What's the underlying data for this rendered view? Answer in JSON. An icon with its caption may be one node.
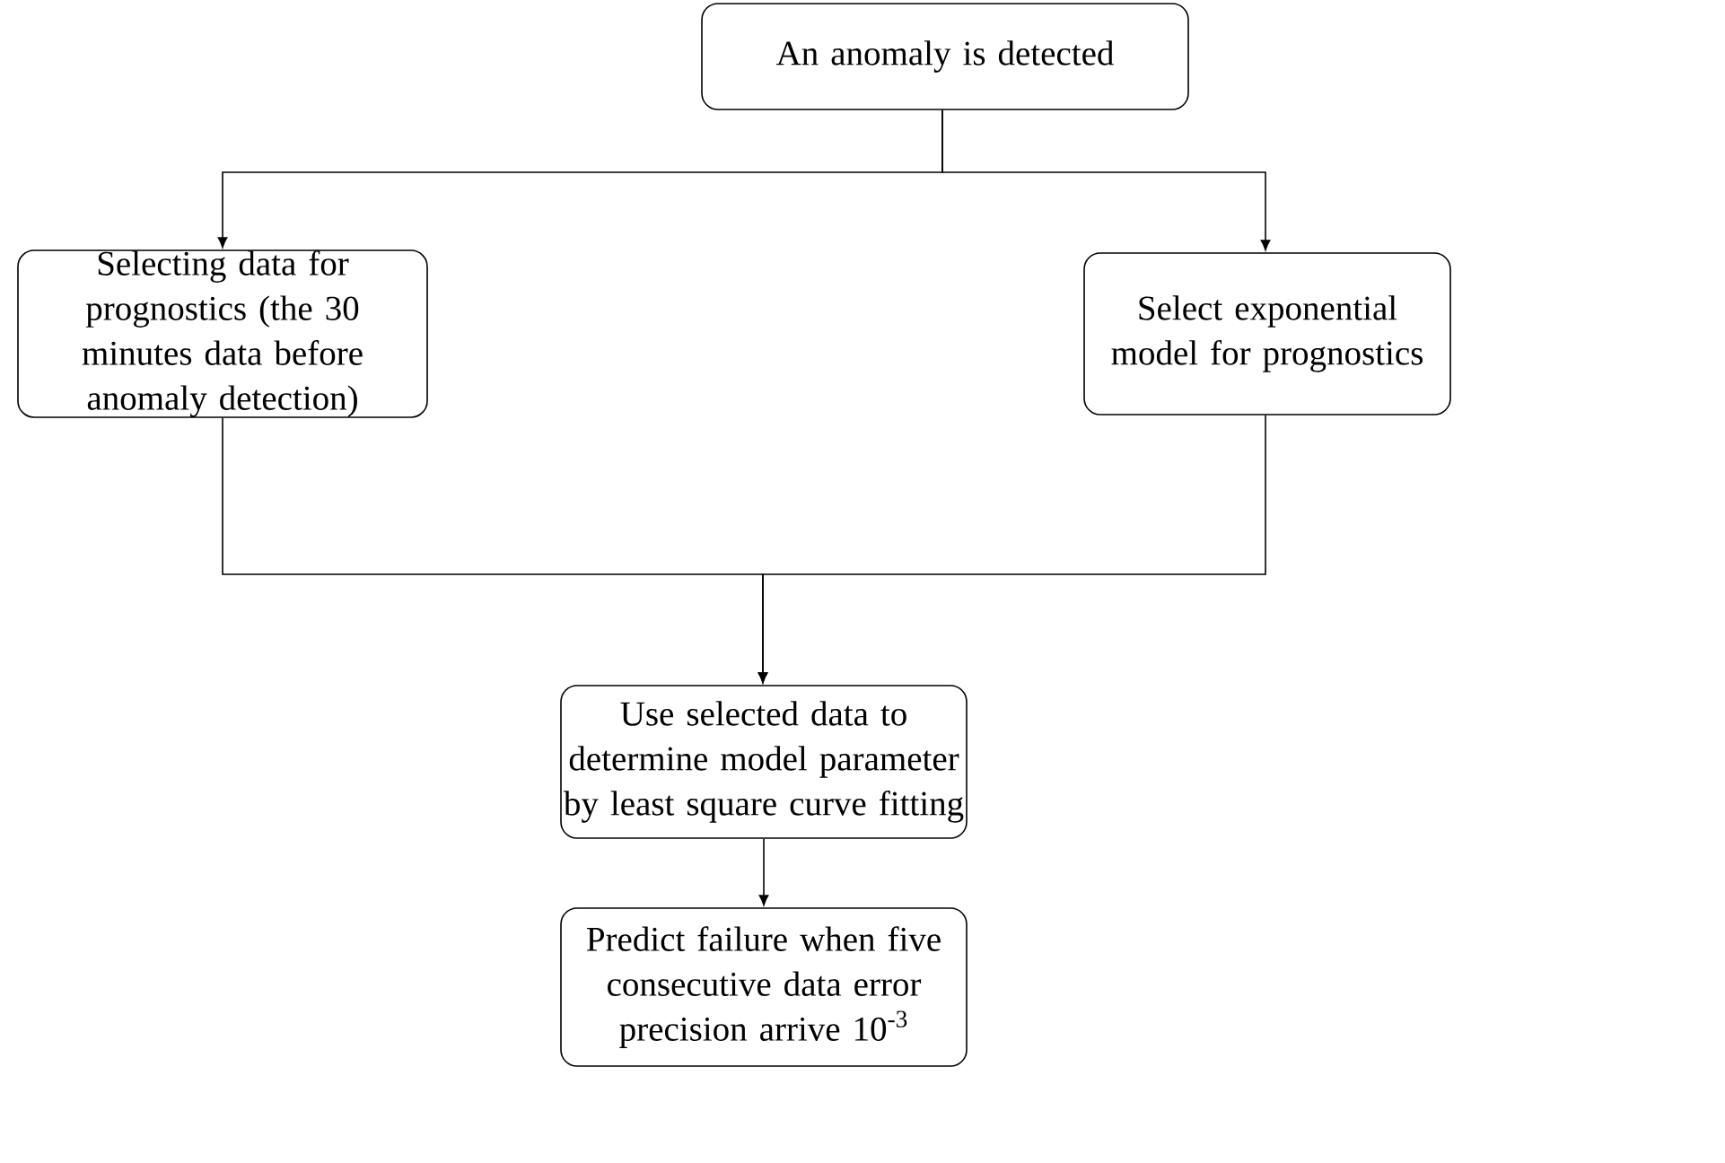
{
  "diagram": {
    "nodes": [
      {
        "text": [
          "An anomaly is detected"
        ]
      },
      {
        "text": [
          "Selecting data for prognostics (the 30 minutes data before anomaly detection)"
        ]
      },
      {
        "text": [
          "Select exponential model for prognostics"
        ]
      },
      {
        "text": [
          "Use selected data to determine model parameter by least square curve fitting"
        ]
      },
      {
        "text": [
          "Predict failure when five consecutive data error precision arrive 10$^{-3}$"
        ]
      }
    ],
    "edges": [
      {
        "from": 0,
        "to": 1,
        "arrow": "to"
      },
      {
        "from": 0,
        "to": 2,
        "arrow": "to"
      },
      {
        "from": 1,
        "to": 3,
        "arrow": "to"
      },
      {
        "from": 2,
        "to": 3,
        "arrow": "to"
      },
      {
        "from": 3,
        "to": 4,
        "arrow": "to"
      }
    ]
  }
}
